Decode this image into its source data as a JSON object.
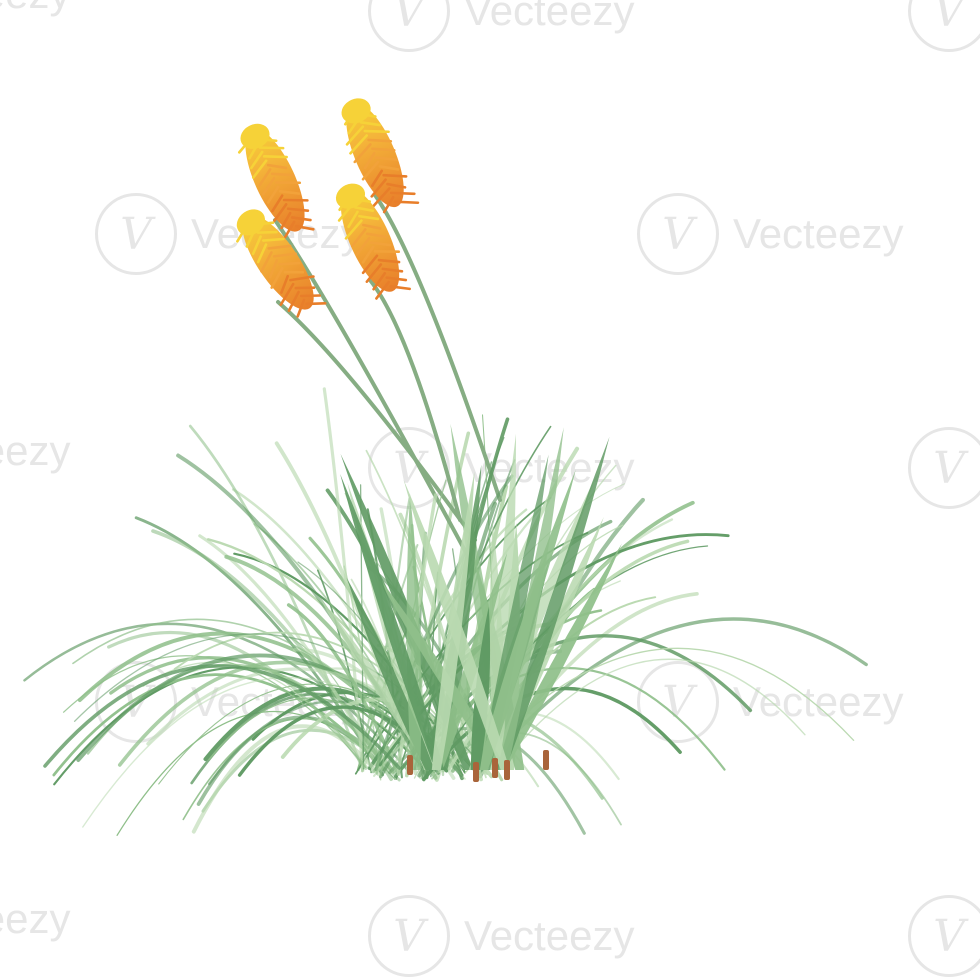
{
  "image": {
    "subject": "red hot poker plant",
    "background_color": "#ffffff",
    "flower_colors": {
      "tip": "#f6d238",
      "mid": "#f2a23a",
      "base": "#e87e2a"
    },
    "foliage_colors": {
      "light": "#b9d9b0",
      "mid": "#8fbf8a",
      "dark": "#5f9a63"
    },
    "stem_base_color": "#a9643a"
  },
  "watermark": {
    "text": "Vecteezy",
    "logo_glyph": "V",
    "color": "#e6e6e6"
  }
}
